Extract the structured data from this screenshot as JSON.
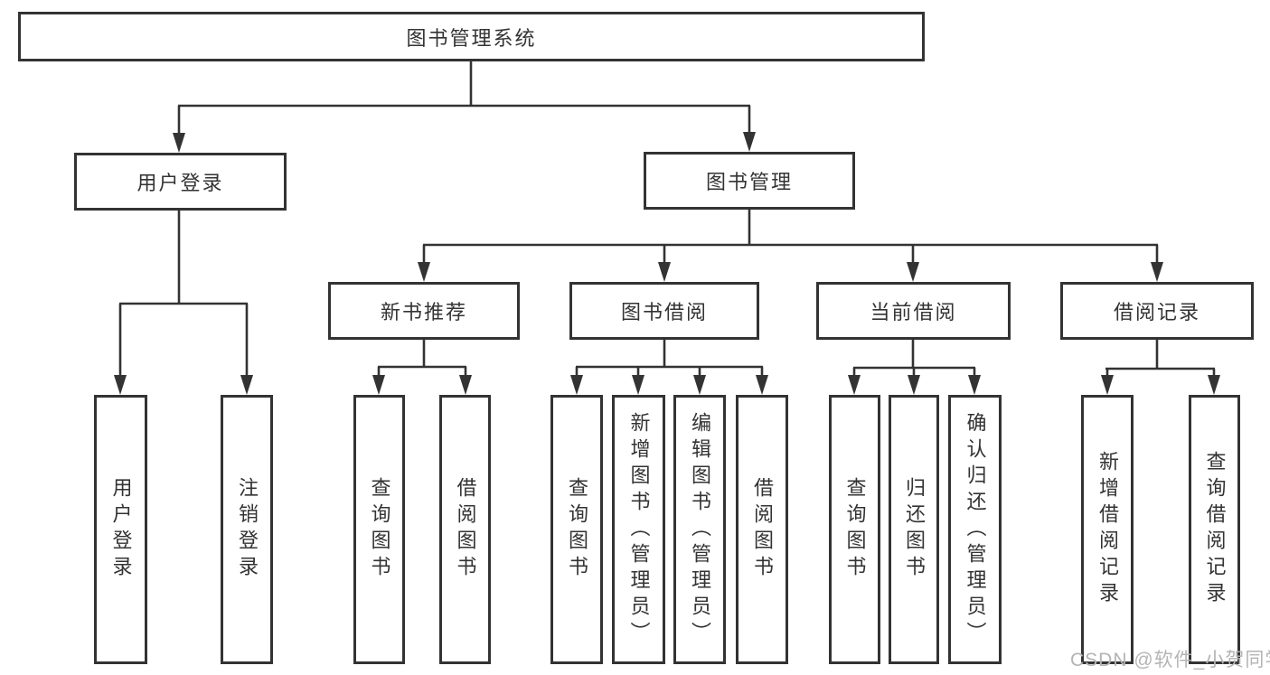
{
  "root": {
    "label": "图书管理系统"
  },
  "user_login": {
    "label": "用户登录",
    "leaves": [
      "用户登录",
      "注销登录"
    ]
  },
  "book_mgmt": {
    "label": "图书管理",
    "sections": [
      {
        "label": "新书推荐",
        "leaves": [
          "查询图书",
          "借阅图书"
        ]
      },
      {
        "label": "图书借阅",
        "leaves": [
          "查询图书",
          "新增图书（管理员）",
          "编辑图书（管理员）",
          "借阅图书"
        ]
      },
      {
        "label": "当前借阅",
        "leaves": [
          "查询图书",
          "归还图书",
          "确认归还（管理员）"
        ]
      },
      {
        "label": "借阅记录",
        "leaves": [
          "新增借阅记录",
          "查询借阅记录"
        ]
      }
    ]
  },
  "watermark": "CSDN @软件_小贺同学",
  "colors": {
    "line": "#333333",
    "box_border": "#333333",
    "text": "#333333",
    "watermark": "#b4b4b4",
    "background": "#ffffff"
  }
}
